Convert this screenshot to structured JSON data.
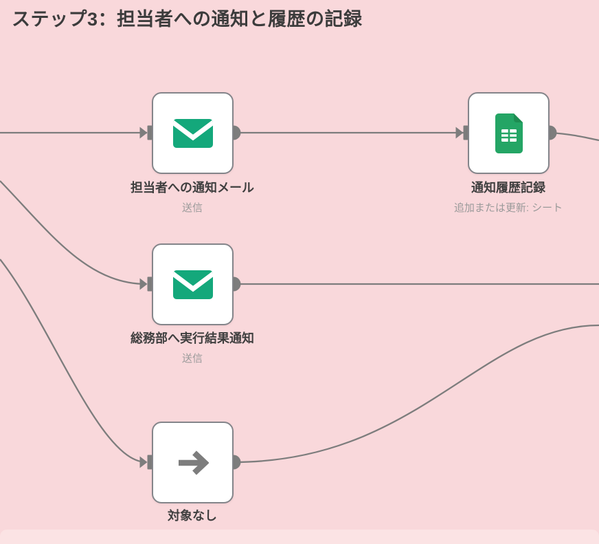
{
  "sticky": {
    "title": "ステップ3：担当者への通知と履歴の記録"
  },
  "nodes": [
    {
      "id": "notify-mail",
      "label": "担当者への通知メール",
      "subtitle": "送信",
      "icon": "email-icon",
      "icon_color": "#14a87b"
    },
    {
      "id": "history-record",
      "label": "通知履歴記録",
      "subtitle": "追加または更新: シート",
      "icon": "google-sheets-icon",
      "icon_color": "#24a565",
      "icon_fold_color": "#1e8c52"
    },
    {
      "id": "result-mail",
      "label": "総務部へ実行結果通知",
      "subtitle": "送信",
      "icon": "email-icon",
      "icon_color": "#14a87b"
    },
    {
      "id": "no-target",
      "label": "対象なし",
      "icon": "arrow-right-icon",
      "icon_color": "#7d7d7d"
    }
  ],
  "colors": {
    "canvas_background": "#f9d8db",
    "next_sticky_strip": "#fbe3e4",
    "connection": "#7d7d7d",
    "node_border": "#84858a",
    "node_background": "#ffffff",
    "title_text": "#3c3c3c",
    "label_text": "#3f3f3f",
    "subtitle_text": "#9a9a9a"
  }
}
